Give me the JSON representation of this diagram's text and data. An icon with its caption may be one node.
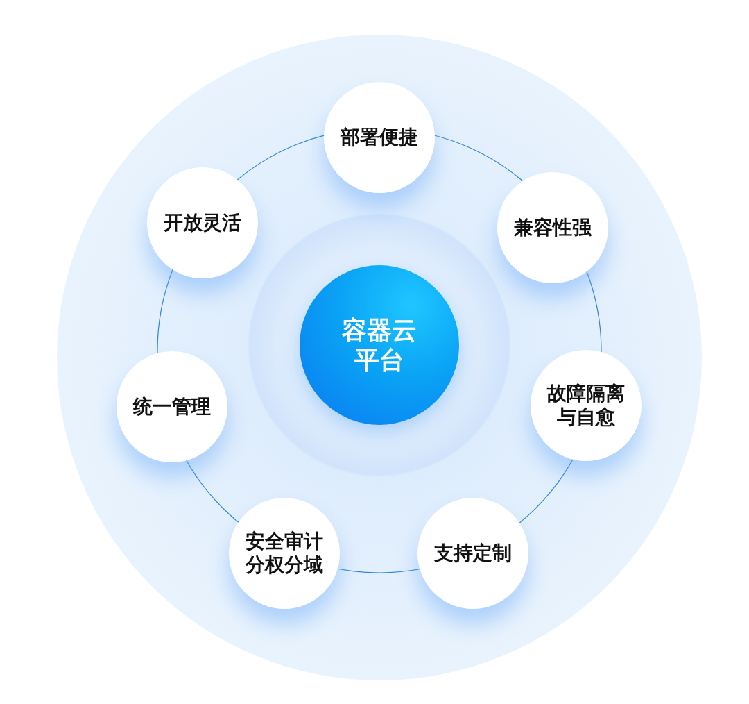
{
  "diagram": {
    "nodes": [
      {
        "text": [
          "容器云平台"
        ]
      },
      {
        "text": [
          "部署便捷"
        ]
      },
      {
        "text": [
          "兼容性强"
        ]
      },
      {
        "text": [
          "故障隔离与自愈"
        ]
      },
      {
        "text": [
          "支持定制"
        ]
      },
      {
        "text": [
          "安全审计分权分域"
        ]
      },
      {
        "text": [
          "统一管理"
        ]
      },
      {
        "text": [
          "开放灵活"
        ]
      }
    ]
  }
}
